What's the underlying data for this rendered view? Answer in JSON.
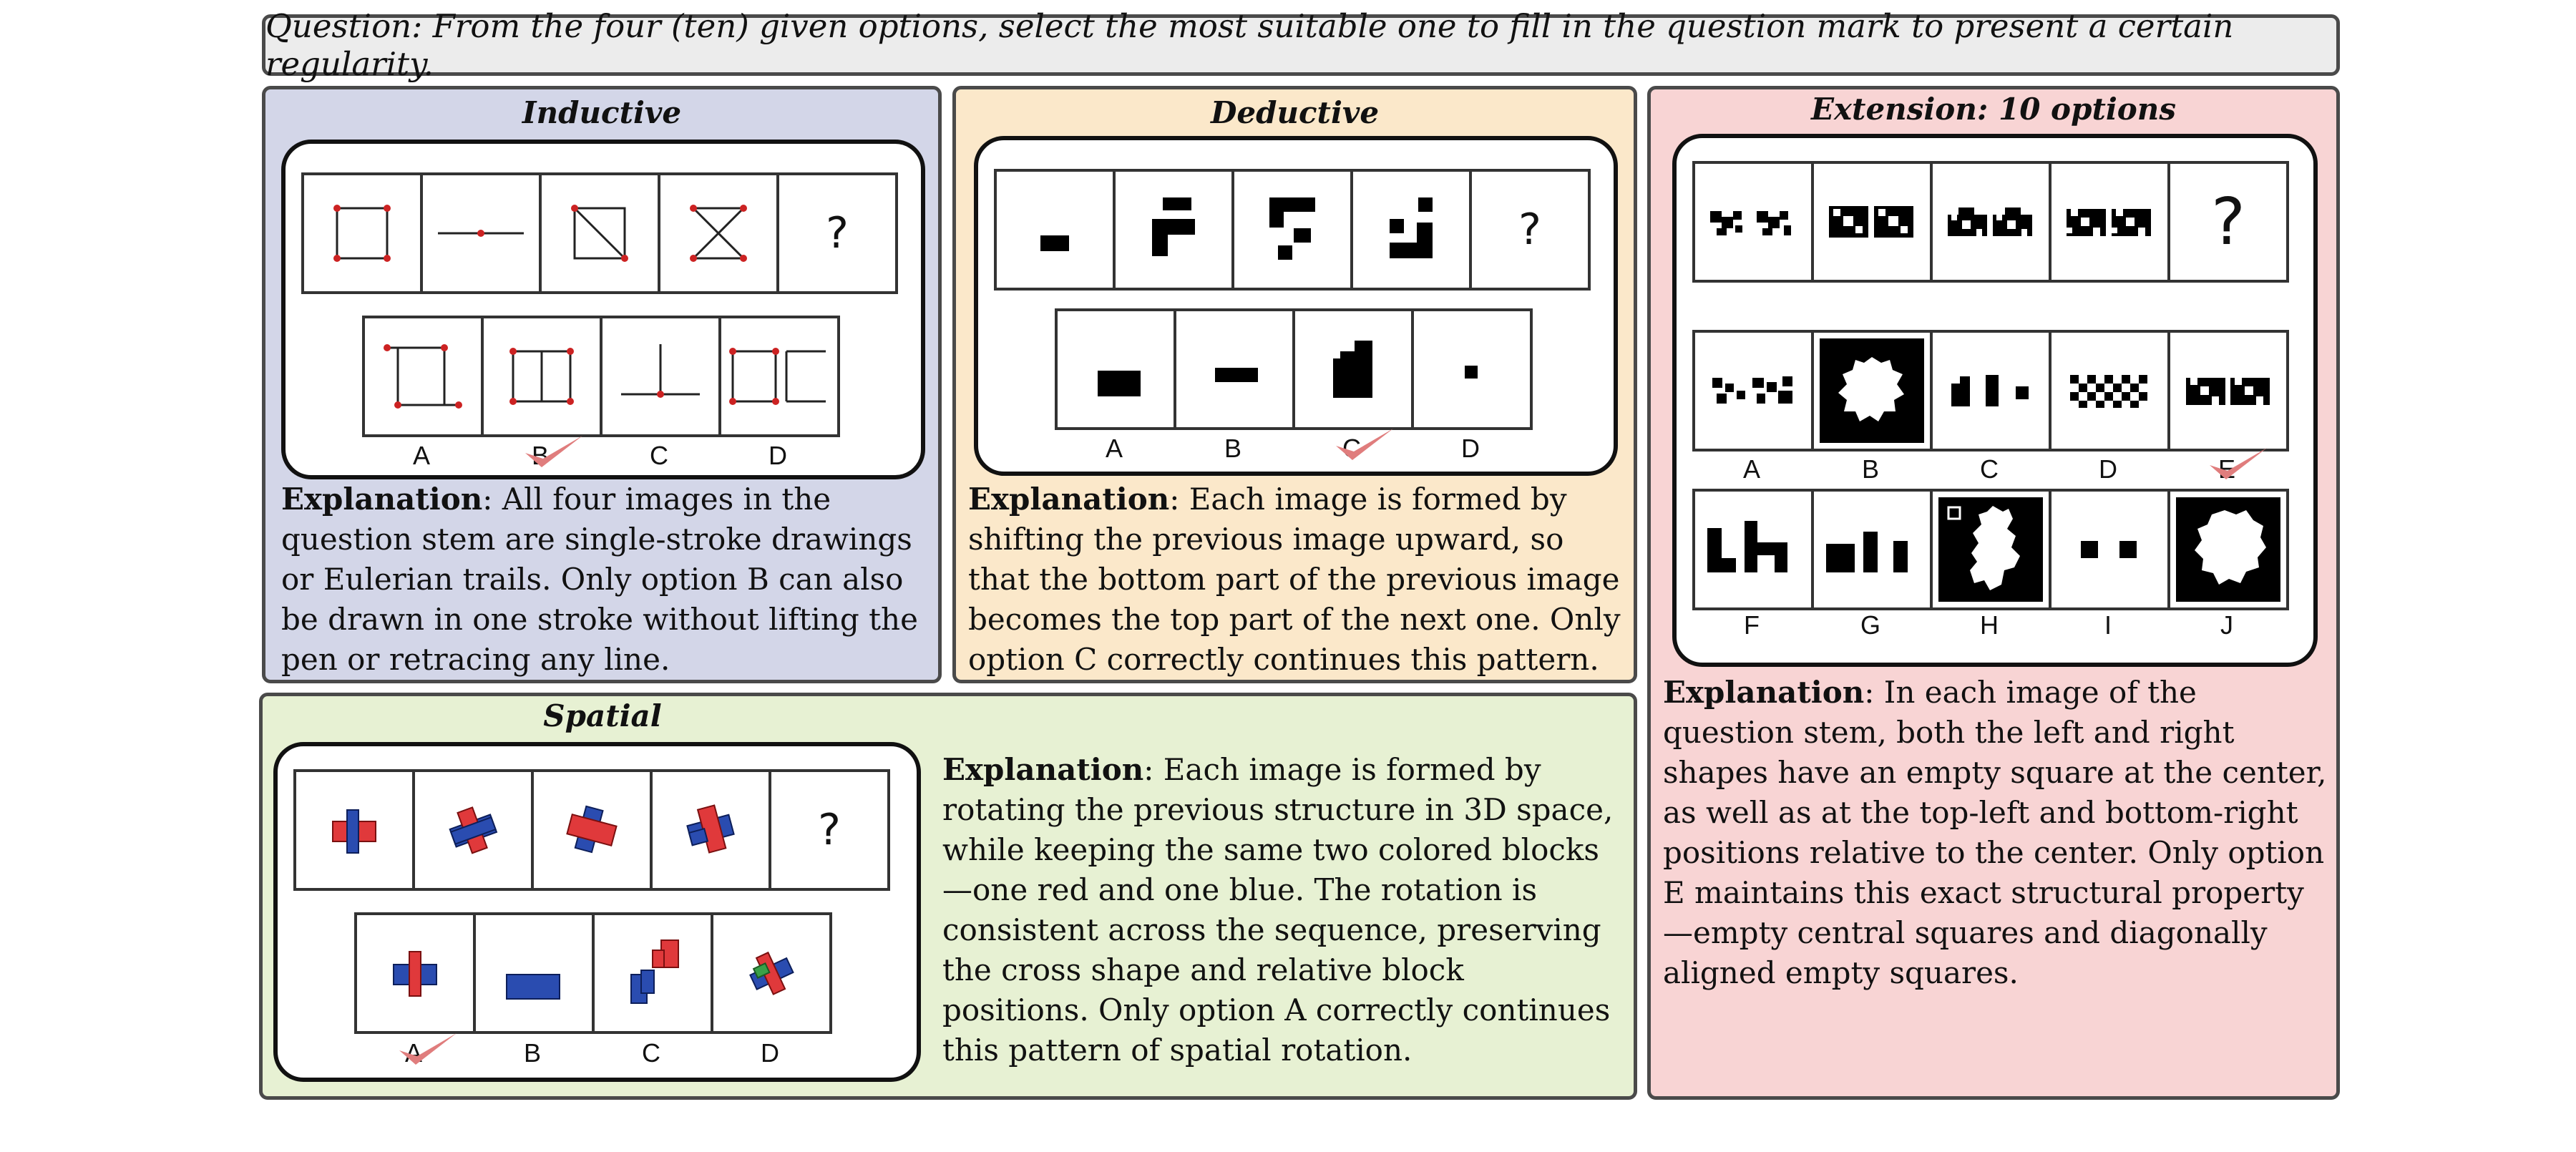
{
  "question": "Question: From the four (ten) given options, select the most suitable one to fill in the question mark to present a certain regularity.",
  "inductive": {
    "title": "Inductive",
    "stem_last": "?",
    "options": [
      "A",
      "B",
      "C",
      "D"
    ],
    "answer": "B",
    "explanation_label": "Explanation",
    "explanation_text": ": All four images in the question stem  are single-stroke drawings or Eulerian trails. Only option B can also be drawn in one stroke without lifting the pen or retracing any line."
  },
  "deductive": {
    "title": "Deductive",
    "stem_last": "?",
    "options": [
      "A",
      "B",
      "C",
      "D"
    ],
    "answer": "C",
    "explanation_label": "Explanation",
    "explanation_text": ": Each image is formed by shifting the previous image upward, so that the bottom part of the previous image becomes the top part of the next one. Only option C correctly continues this pattern."
  },
  "extension": {
    "title": "Extension: 10 options",
    "stem_last": "?",
    "options_row1": [
      "A",
      "B",
      "C",
      "D",
      "E"
    ],
    "options_row2": [
      "F",
      "G",
      "H",
      "I",
      "J"
    ],
    "answer": "E",
    "explanation_label": "Explanation",
    "explanation_text": ": In each image of the question stem, both the left and right shapes have an empty square at the center, as well as at the top-left and bottom-right positions relative to the center. Only option E maintains this exact structural property—empty central squares and diagonally aligned empty squares."
  },
  "spatial": {
    "title": "Spatial",
    "stem_last": "?",
    "options": [
      "A",
      "B",
      "C",
      "D"
    ],
    "answer": "A",
    "explanation_label": "Explanation",
    "explanation_text": ": Each image is formed by rotating the previous structure in 3D space, while keeping the same two colored blocks—one red and one blue. The rotation is consistent across the sequence, preserving the cross shape and relative block positions. Only option A correctly continues this pattern of spatial rotation."
  },
  "colors": {
    "inductive_bg": "#d3d6e8",
    "deductive_bg": "#fbe8ca",
    "extension_bg": "#f8d4d4",
    "spatial_bg": "#e7f1d3",
    "question_bg": "#ececec",
    "check": "#e07d7d",
    "figure_red": "#cc2222",
    "block_red": "#e0393b",
    "block_blue": "#2a4cb0"
  }
}
